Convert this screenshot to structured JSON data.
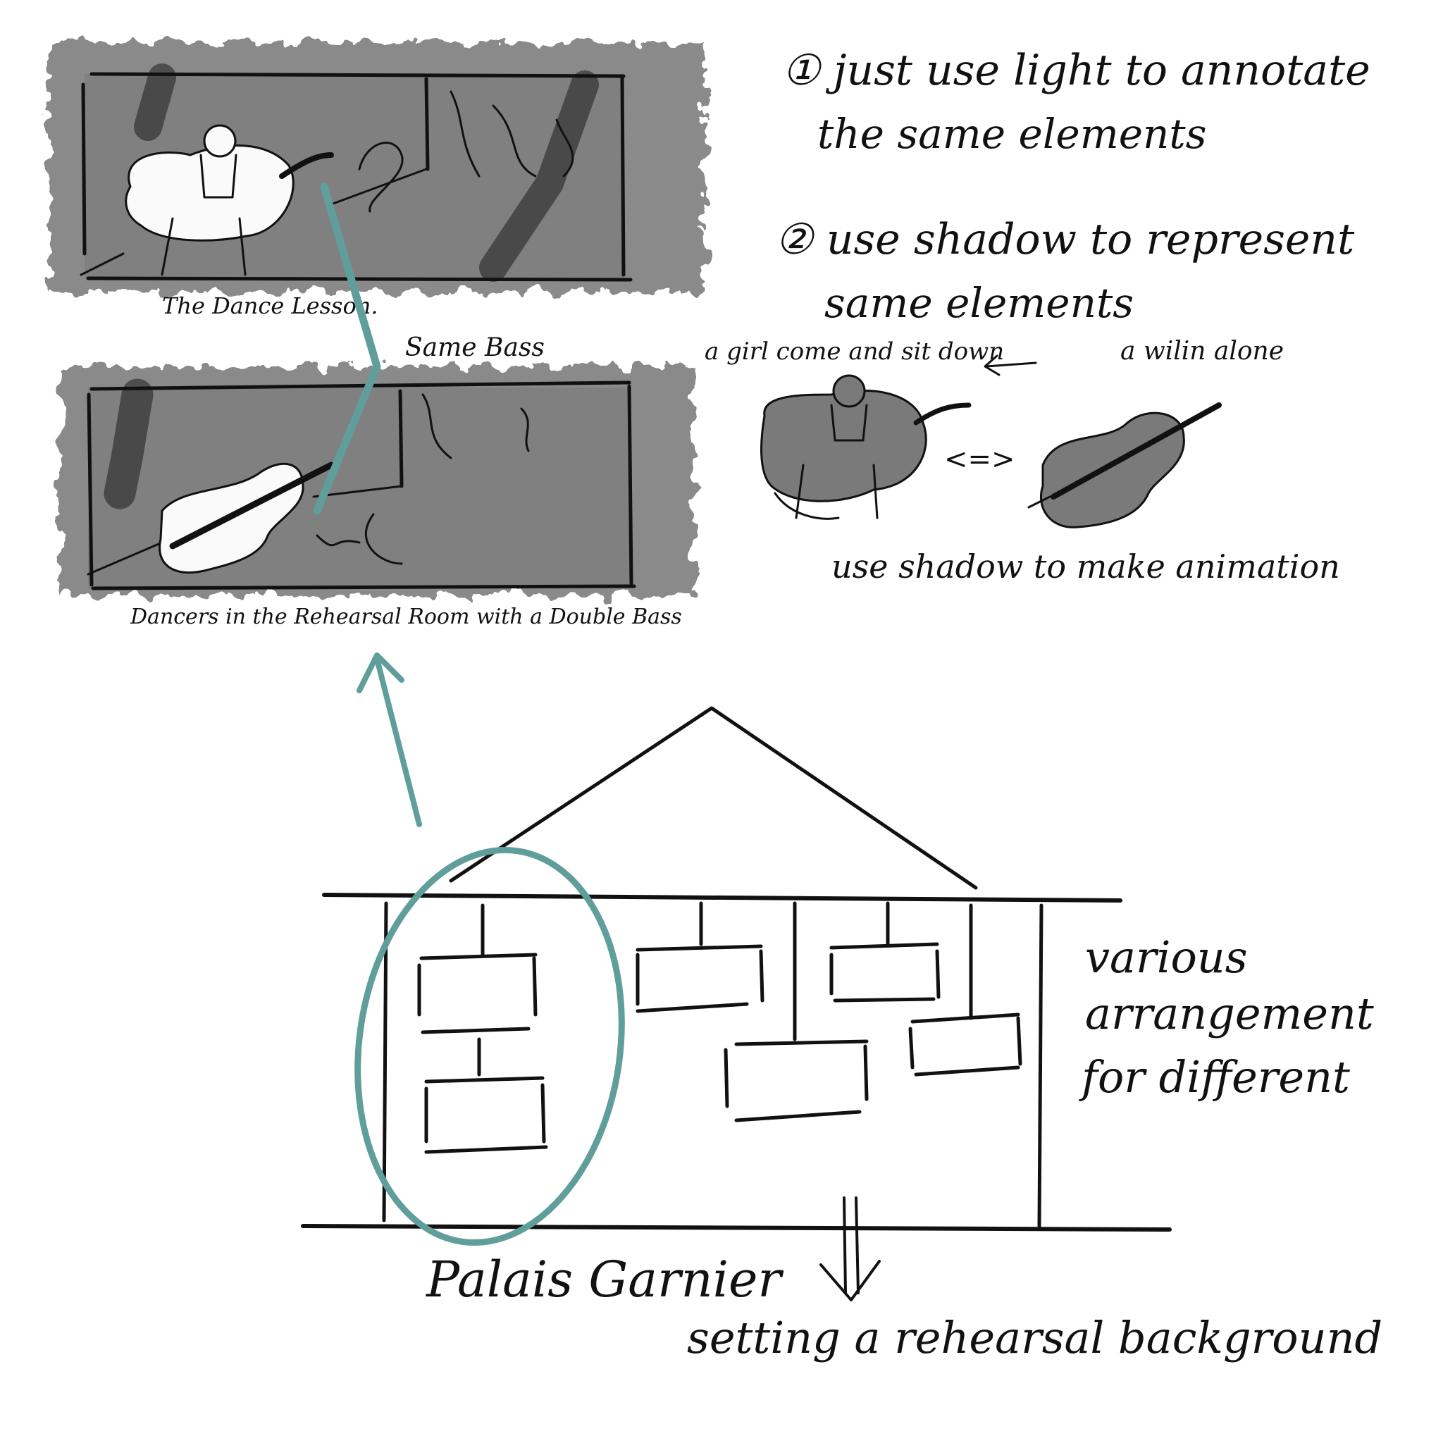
{
  "notes": {
    "note1_line1": "① just use light to annotate",
    "note1_line2": "the same elements",
    "note2_line1": "② use shadow to represent",
    "note2_line2": "same elements",
    "girl_label": "a girl come and sit down",
    "violin_label": "a wilin alone",
    "swap_symbol": "<=>",
    "animation_label": "use shadow to make animation"
  },
  "panels": {
    "top_caption": "The Dance Lesson.",
    "bottom_caption": "Dancers in the Rehearsal Room with a Double Bass",
    "link_label": "Same Bass"
  },
  "building": {
    "name": "Palais Garnier",
    "side_note_line1": "various",
    "side_note_line2": "arrangement",
    "side_note_line3": "for different",
    "bottom_note": "setting a rehearsal background"
  },
  "colors": {
    "ink": "#111111",
    "shadow": "#808080",
    "accent": "#5f9e9a"
  }
}
